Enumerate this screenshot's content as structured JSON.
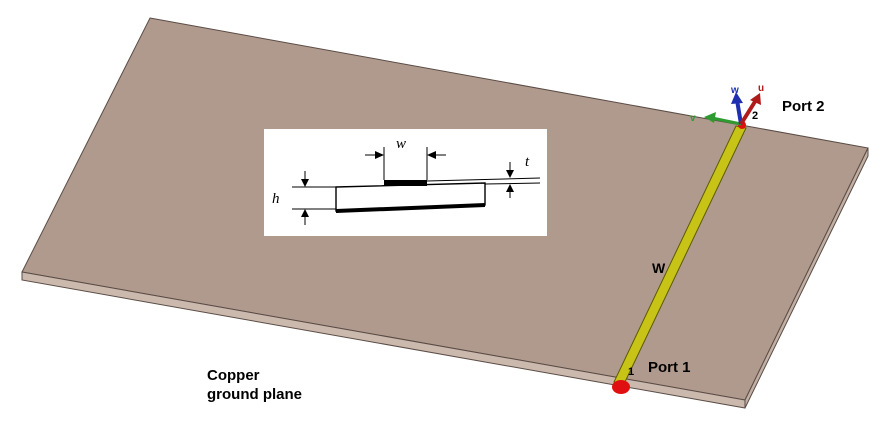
{
  "labels": {
    "port2": "Port 2",
    "port1": "Port 1",
    "port1_num": "1",
    "port2_num": "2",
    "line_width": "W",
    "ground_line1": "Copper",
    "ground_line2": "ground plane"
  },
  "axes": {
    "u": "u",
    "v": "v",
    "w": "w"
  },
  "inset": {
    "w": "w",
    "t": "t",
    "h": "h"
  },
  "colors": {
    "substrate_top": "#b09a8e",
    "substrate_edge": "#cbb9ae",
    "strip": "#c7c417",
    "port_marker": "#e11010",
    "axis_u": "#b01a1a",
    "axis_v": "#2f9a2f",
    "axis_w": "#1f2fb0"
  }
}
